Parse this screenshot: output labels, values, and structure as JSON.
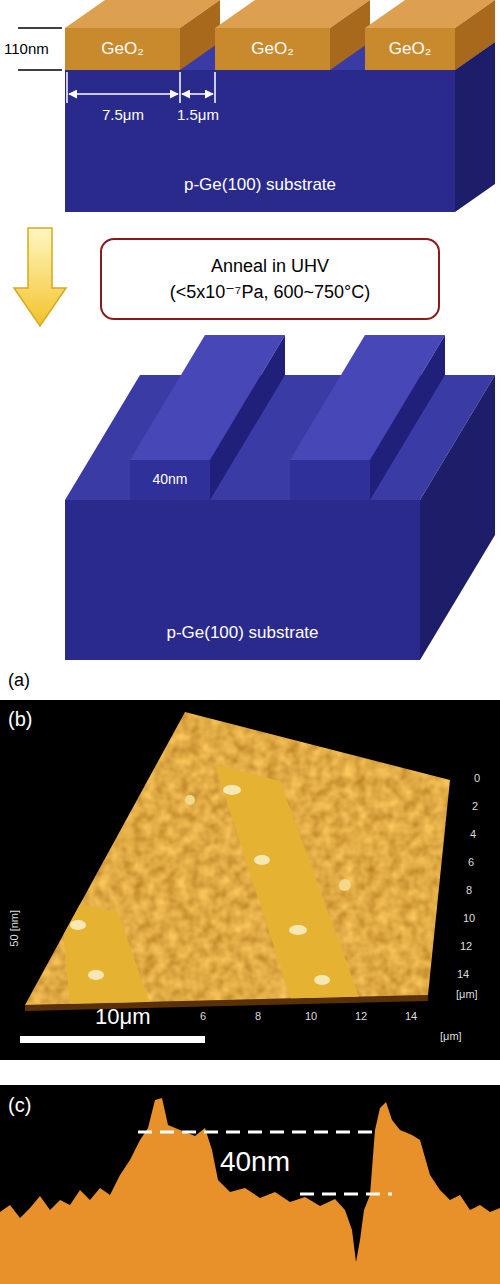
{
  "diagram": {
    "nodes": [
      {
        "text": [
          "GeO₂"
        ]
      },
      {
        "text": [
          "GeO₂"
        ]
      },
      {
        "text": [
          "GeO₂"
        ]
      },
      {
        "text": [
          "p-Ge(100) substrate"
        ]
      },
      {
        "text": [
          "Anneal in UHV",
          "(<5x10⁻⁷Pa, 600~750°C)"
        ]
      },
      {
        "text": [
          "p-Ge(100) substrate"
        ]
      }
    ],
    "labels": [
      "110nm",
      "7.5μm",
      "1.5μm",
      "40nm",
      "(a)",
      "(b)",
      "10μm",
      "50 [nm]",
      "0",
      "2",
      "4",
      "6",
      "8",
      "10",
      "12",
      "14",
      "[μm]",
      "6",
      "8",
      "10",
      "12",
      "14",
      "[μm]",
      "(c)",
      "40nm"
    ]
  }
}
